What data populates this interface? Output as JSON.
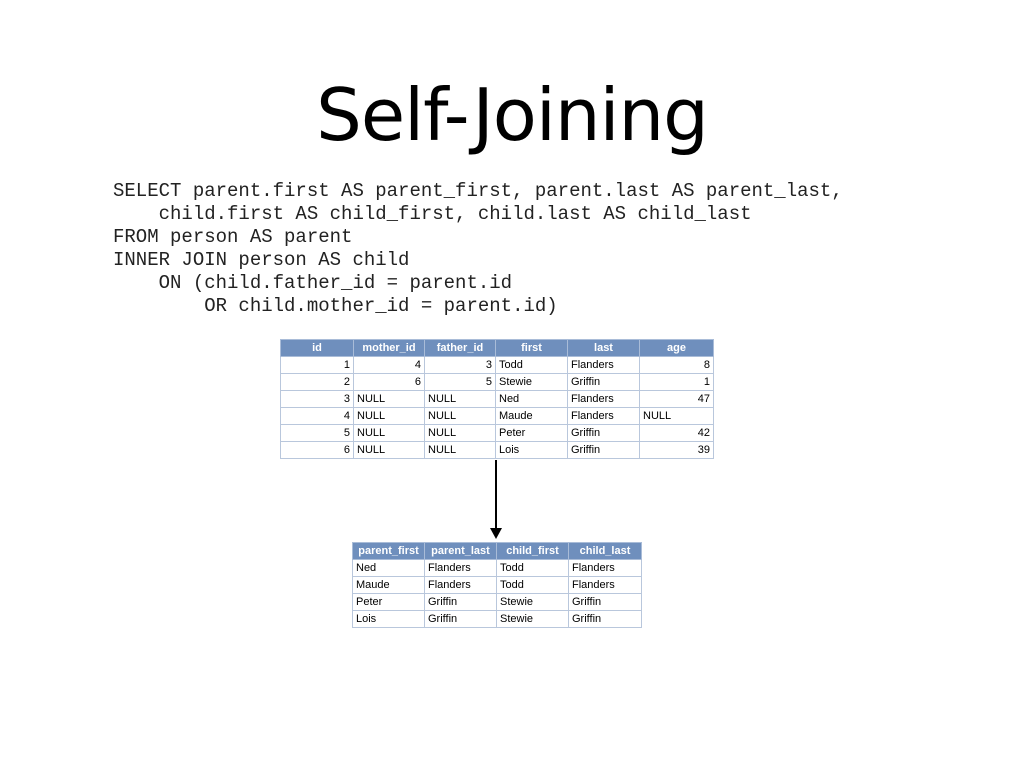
{
  "slide": {
    "title": "Self-Joining",
    "sql_lines": [
      "SELECT parent.first AS parent_first, parent.last AS parent_last,",
      "    child.first AS child_first, child.last AS child_last",
      "FROM person AS parent",
      "INNER JOIN person AS child",
      "    ON (child.father_id = parent.id",
      "        OR child.mother_id = parent.id)"
    ]
  },
  "person_table": {
    "columns": [
      "id",
      "mother_id",
      "father_id",
      "first",
      "last",
      "age"
    ],
    "rows": [
      [
        "1",
        "4",
        "3",
        "Todd",
        "Flanders",
        "8"
      ],
      [
        "2",
        "6",
        "5",
        "Stewie",
        "Griffin",
        "1"
      ],
      [
        "3",
        "NULL",
        "NULL",
        "Ned",
        "Flanders",
        "47"
      ],
      [
        "4",
        "NULL",
        "NULL",
        "Maude",
        "Flanders",
        "NULL"
      ],
      [
        "5",
        "NULL",
        "NULL",
        "Peter",
        "Griffin",
        "42"
      ],
      [
        "6",
        "NULL",
        "NULL",
        "Lois",
        "Griffin",
        "39"
      ]
    ]
  },
  "result_table": {
    "columns": [
      "parent_first",
      "parent_last",
      "child_first",
      "child_last"
    ],
    "rows": [
      [
        "Ned",
        "Flanders",
        "Todd",
        "Flanders"
      ],
      [
        "Maude",
        "Flanders",
        "Todd",
        "Flanders"
      ],
      [
        "Peter",
        "Griffin",
        "Stewie",
        "Griffin"
      ],
      [
        "Lois",
        "Griffin",
        "Stewie",
        "Griffin"
      ]
    ]
  }
}
